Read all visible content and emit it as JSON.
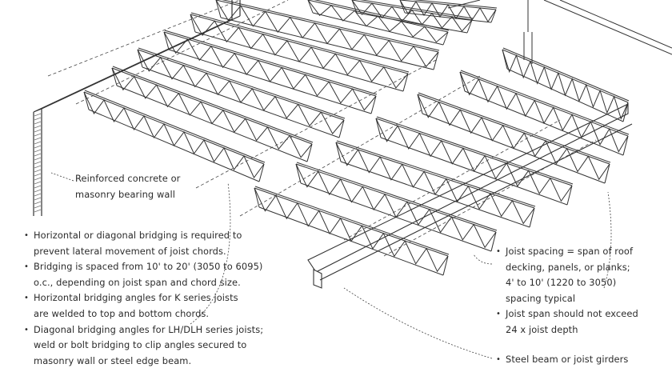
{
  "labels": {
    "wall": [
      "Reinforced concrete or",
      "masonry bearing wall"
    ],
    "bridging": [
      {
        "lines": [
          "Horizontal or diagonal bridging is required to",
          "prevent lateral movement of joist chords."
        ]
      },
      {
        "lines": [
          "Bridging is spaced from 10' to 20' (3050 to 6095)",
          "o.c., depending on joist span and chord size."
        ]
      },
      {
        "lines": [
          "Horizontal bridging angles for K series joists",
          "are welded to top and bottom chords."
        ]
      },
      {
        "lines": [
          "Diagonal bridging angles for LH/DLH series joists;",
          "weld or bolt bridging to clip angles secured to",
          "masonry wall or steel edge beam."
        ]
      }
    ],
    "spacing": [
      {
        "lines": [
          "Joist spacing = span of roof",
          "decking, panels, or planks;",
          "4' to 10' (1220 to 3050)",
          "spacing typical"
        ]
      },
      {
        "lines": [
          "Joist span should not exceed",
          "24 x joist depth"
        ]
      }
    ],
    "beam": "Steel beam or joist girders"
  },
  "colors": {
    "ink": "#333333",
    "paper": "#ffffff",
    "hatch": "#555555"
  }
}
